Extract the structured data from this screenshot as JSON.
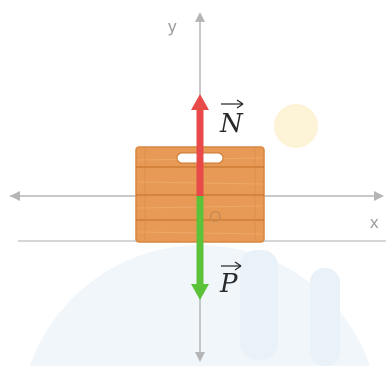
{
  "diagram": {
    "axes": {
      "x_label": "x",
      "y_label": "y",
      "origin_label": "O"
    },
    "forces": [
      {
        "id": "normal",
        "label": "N",
        "color": "#e84a4a",
        "direction": "up"
      },
      {
        "id": "weight",
        "label": "P",
        "color": "#5cc23a",
        "direction": "down"
      }
    ],
    "colors": {
      "axis": "#b5b5b5",
      "ground": "#c8c8c8",
      "crate_fill": "#e79a56",
      "crate_plank_line": "#c9772f",
      "crate_edge": "#d9863f",
      "watermark": "#eef4fa",
      "watermark_accent": "#fdf3d6"
    },
    "object": "wooden-crate"
  }
}
